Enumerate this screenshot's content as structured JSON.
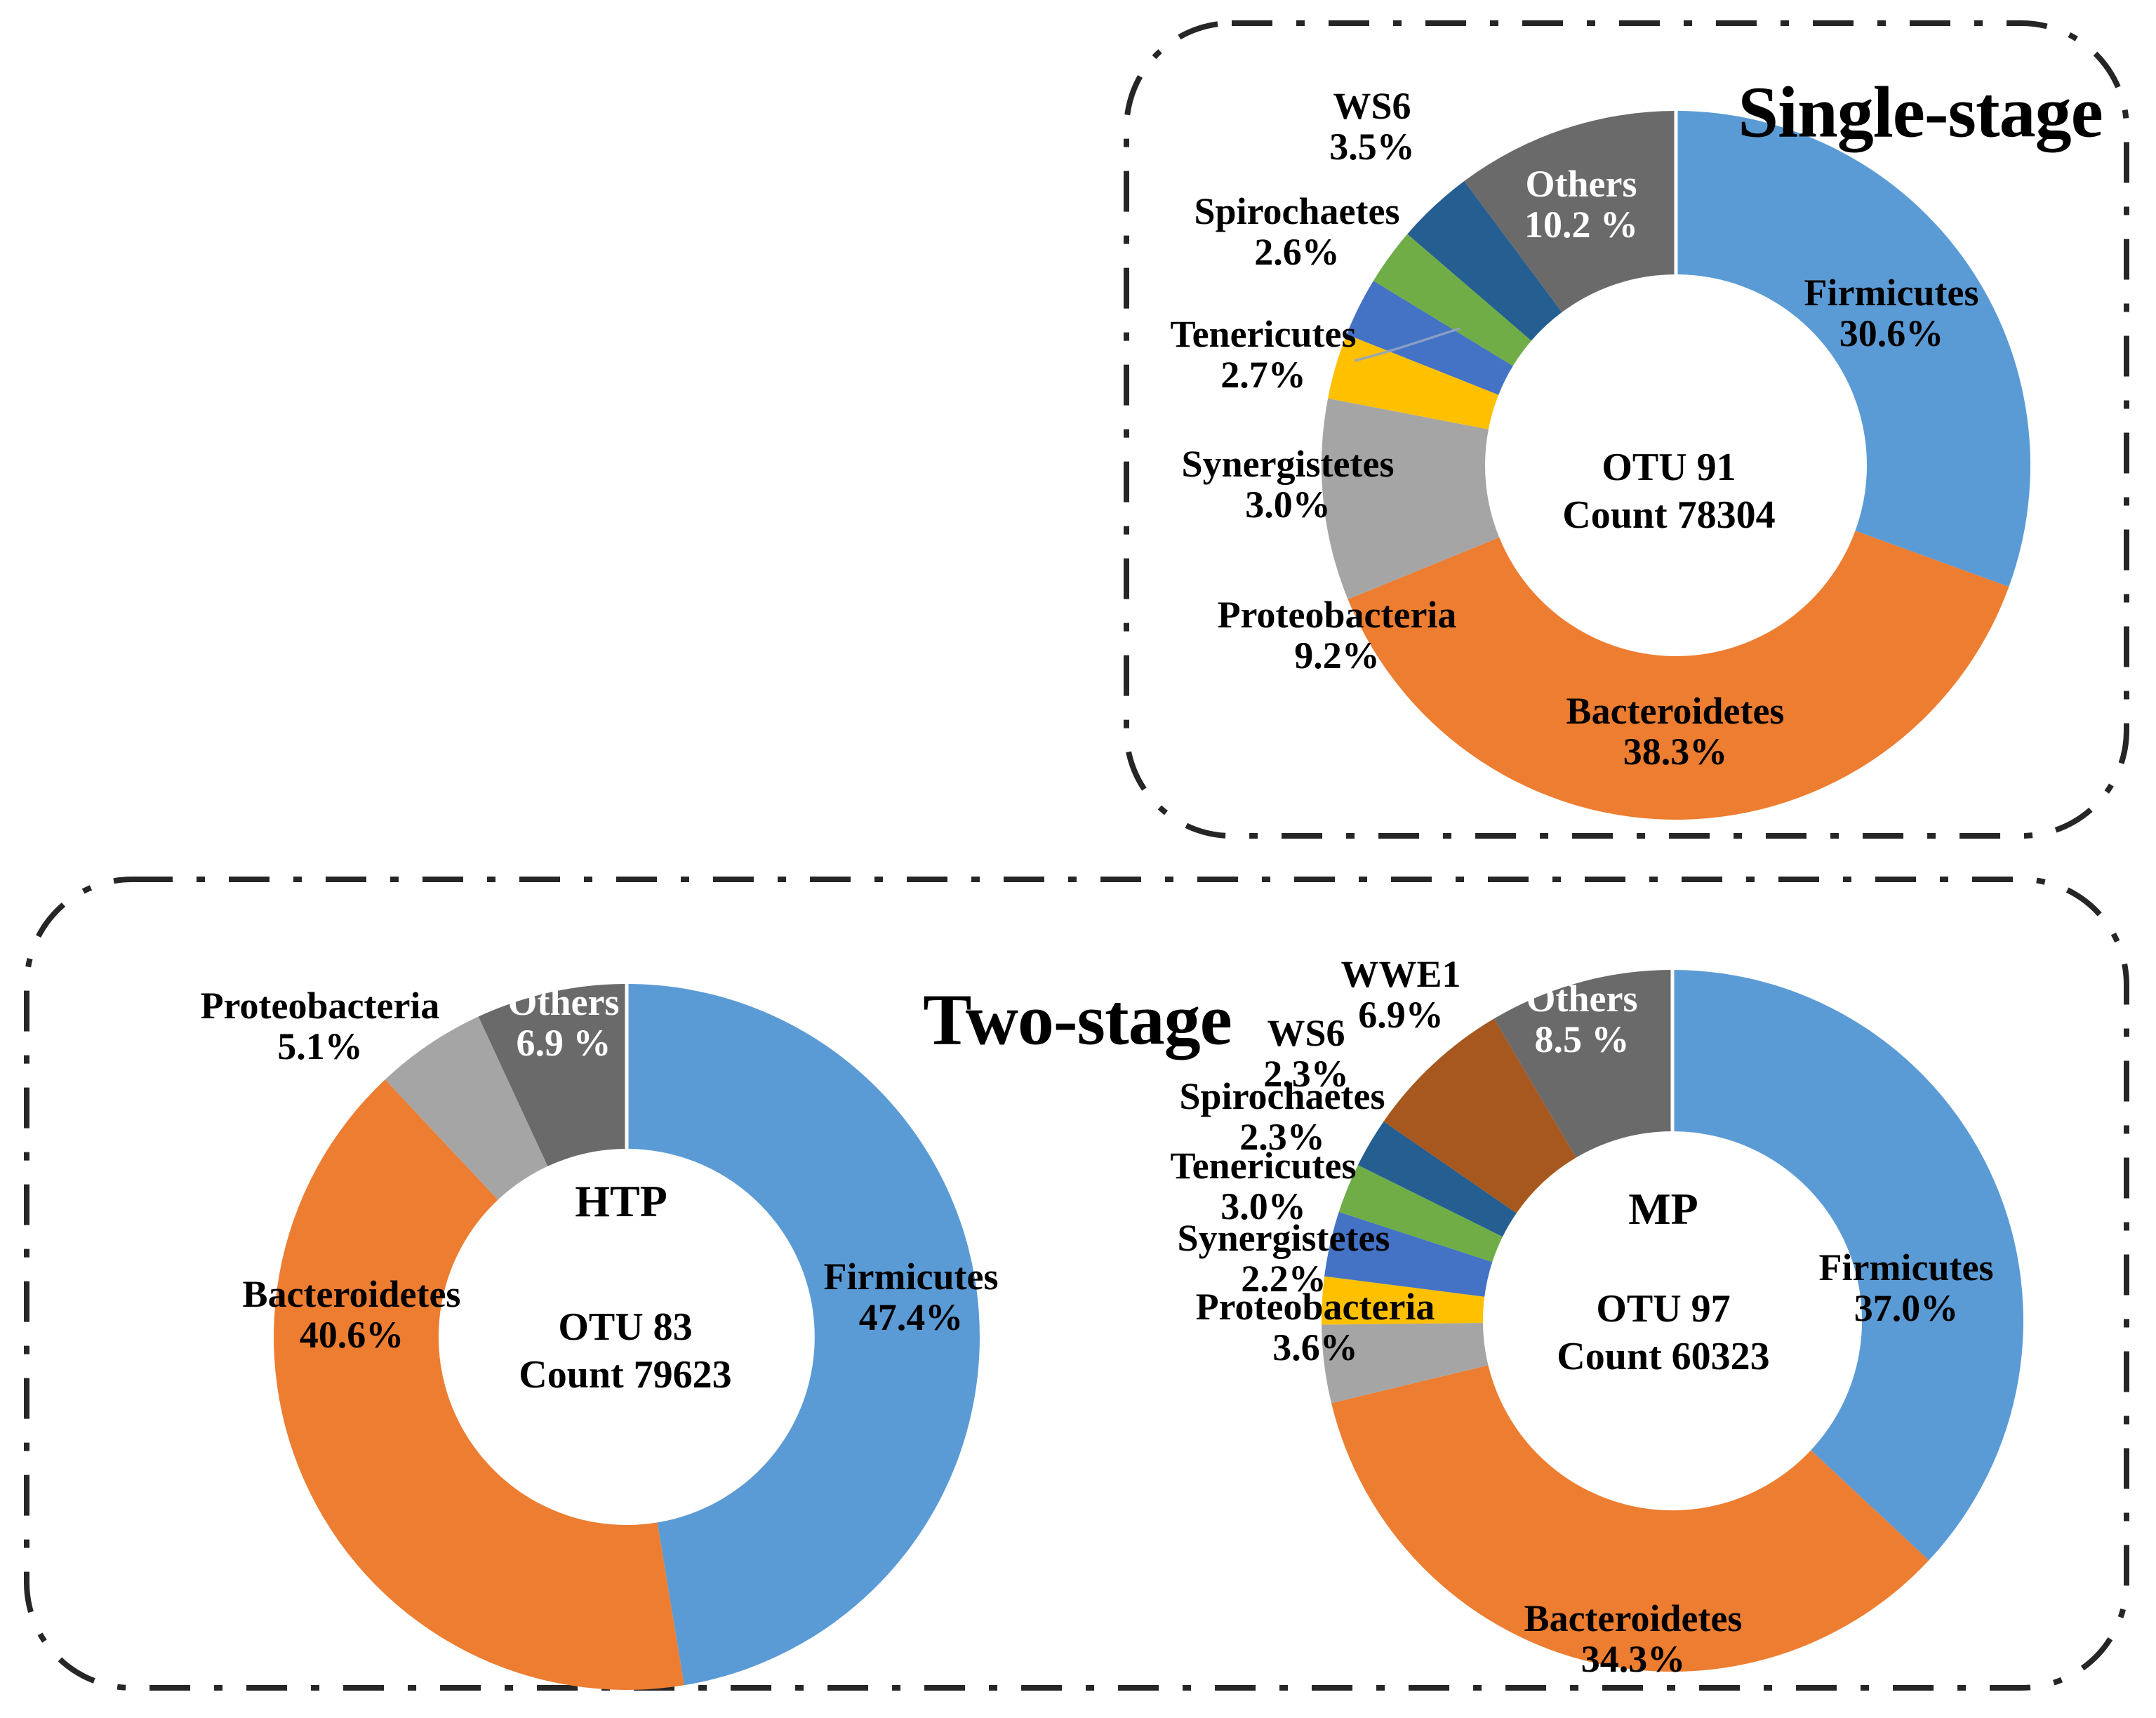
{
  "titles": {
    "single_stage": "Single-stage",
    "two_stage": "Two-stage"
  },
  "chart_data": [
    {
      "id": "single-stage",
      "type": "pie",
      "variant": "donut",
      "group": "Single-stage",
      "center_title": "",
      "center_lines": [
        "OTU 91",
        "Count 78304"
      ],
      "otu": 91,
      "count": 78304,
      "start_angle_deg": 0,
      "direction": "clockwise",
      "segments": [
        {
          "label": "Firmicutes",
          "value": 30.6,
          "pct_text": "30.6%",
          "color": "#5B9BD5",
          "text_color": "#000000"
        },
        {
          "label": "Bacteroidetes",
          "value": 38.3,
          "pct_text": "38.3%",
          "color": "#ED7D31",
          "text_color": "#000000"
        },
        {
          "label": "Proteobacteria",
          "value": 9.2,
          "pct_text": "9.2%",
          "color": "#A5A5A5",
          "text_color": "#000000"
        },
        {
          "label": "Synergistetes",
          "value": 3.0,
          "pct_text": "3.0%",
          "color": "#FFC000",
          "text_color": "#000000"
        },
        {
          "label": "Tenericutes",
          "value": 2.7,
          "pct_text": "2.7%",
          "color": "#4472C4",
          "text_color": "#000000"
        },
        {
          "label": "Spirochaetes",
          "value": 2.6,
          "pct_text": "2.6%",
          "color": "#70AD47",
          "text_color": "#000000"
        },
        {
          "label": "WS6",
          "value": 3.5,
          "pct_text": "3.5%",
          "color": "#255E91",
          "text_color": "#000000"
        },
        {
          "label": "Others",
          "value": 10.2,
          "pct_text": "10.2 %",
          "color": "#6A6A6A",
          "text_color": "#FFFFFF"
        }
      ]
    },
    {
      "id": "htp",
      "type": "pie",
      "variant": "donut",
      "group": "Two-stage",
      "center_title": "HTP",
      "center_lines": [
        "OTU 83",
        "Count 79623"
      ],
      "otu": 83,
      "count": 79623,
      "start_angle_deg": 0,
      "direction": "clockwise",
      "segments": [
        {
          "label": "Firmicutes",
          "value": 47.4,
          "pct_text": "47.4%",
          "color": "#5B9BD5",
          "text_color": "#000000"
        },
        {
          "label": "Bacteroidetes",
          "value": 40.6,
          "pct_text": "40.6%",
          "color": "#ED7D31",
          "text_color": "#000000"
        },
        {
          "label": "Proteobacteria",
          "value": 5.1,
          "pct_text": "5.1%",
          "color": "#A5A5A5",
          "text_color": "#000000"
        },
        {
          "label": "Others",
          "value": 6.9,
          "pct_text": "6.9 %",
          "color": "#6A6A6A",
          "text_color": "#FFFFFF"
        }
      ]
    },
    {
      "id": "mp",
      "type": "pie",
      "variant": "donut",
      "group": "Two-stage",
      "center_title": "MP",
      "center_lines": [
        "OTU 97",
        "Count 60323"
      ],
      "otu": 97,
      "count": 60323,
      "start_angle_deg": 0,
      "direction": "clockwise",
      "segments": [
        {
          "label": "Firmicutes",
          "value": 37.0,
          "pct_text": "37.0%",
          "color": "#5B9BD5",
          "text_color": "#000000"
        },
        {
          "label": "Bacteroidetes",
          "value": 34.3,
          "pct_text": "34.3%",
          "color": "#ED7D31",
          "text_color": "#000000"
        },
        {
          "label": "Proteobacteria",
          "value": 3.6,
          "pct_text": "3.6%",
          "color": "#A5A5A5",
          "text_color": "#000000"
        },
        {
          "label": "Synergistetes",
          "value": 2.2,
          "pct_text": "2.2%",
          "color": "#FFC000",
          "text_color": "#000000"
        },
        {
          "label": "Tenericutes",
          "value": 3.0,
          "pct_text": "3.0%",
          "color": "#4472C4",
          "text_color": "#000000"
        },
        {
          "label": "Spirochaetes",
          "value": 2.3,
          "pct_text": "2.3%",
          "color": "#70AD47",
          "text_color": "#000000"
        },
        {
          "label": "WS6",
          "value": 2.3,
          "pct_text": "2.3%",
          "color": "#255E91",
          "text_color": "#000000"
        },
        {
          "label": "WWE1",
          "value": 6.9,
          "pct_text": "6.9%",
          "color": "#A7581E",
          "text_color": "#000000"
        },
        {
          "label": "Others",
          "value": 8.5,
          "pct_text": "8.5 %",
          "color": "#6A6A6A",
          "text_color": "#FFFFFF"
        }
      ]
    }
  ]
}
